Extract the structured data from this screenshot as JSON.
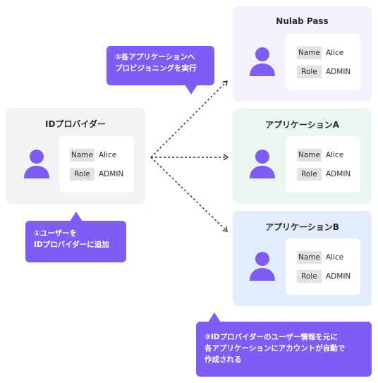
{
  "colors": {
    "accent": "#7f5cf4",
    "idp_panel": "#f3f3f5",
    "pass_panel": "#f3f1fb",
    "app_a_panel": "#ebf6f1",
    "app_b_panel": "#e2ecfa",
    "field_key_bg": "#e2e2e6"
  },
  "idp": {
    "title": "IDプロバイダー",
    "avatar_icon": "user-icon",
    "fields": [
      {
        "key": "Name",
        "value": "Alice"
      },
      {
        "key": "Role",
        "value": "ADMIN"
      }
    ]
  },
  "nulab_pass": {
    "title": "Nulab Pass",
    "avatar_icon": "user-icon",
    "fields": [
      {
        "key": "Name",
        "value": "Alice"
      },
      {
        "key": "Role",
        "value": "ADMIN"
      }
    ]
  },
  "app_a": {
    "title": "アプリケーションA",
    "avatar_icon": "user-icon",
    "fields": [
      {
        "key": "Name",
        "value": "Alice"
      },
      {
        "key": "Role",
        "value": "ADMIN"
      }
    ]
  },
  "app_b": {
    "title": "アプリケーションB",
    "avatar_icon": "user-icon",
    "fields": [
      {
        "key": "Name",
        "value": "Alice"
      },
      {
        "key": "Role",
        "value": "ADMIN"
      }
    ]
  },
  "callouts": {
    "step1": {
      "lines": [
        "①ユーザーを",
        "IDプロバイダーに追加"
      ]
    },
    "step2": {
      "lines": [
        "②各アプリケーションへ",
        "プロビジョニングを実行"
      ]
    },
    "step3": {
      "lines": [
        "③IDプロバイダーのユーザー情報を元に",
        "各アプリケーションにアカウントが自動で",
        "作成される"
      ]
    }
  }
}
